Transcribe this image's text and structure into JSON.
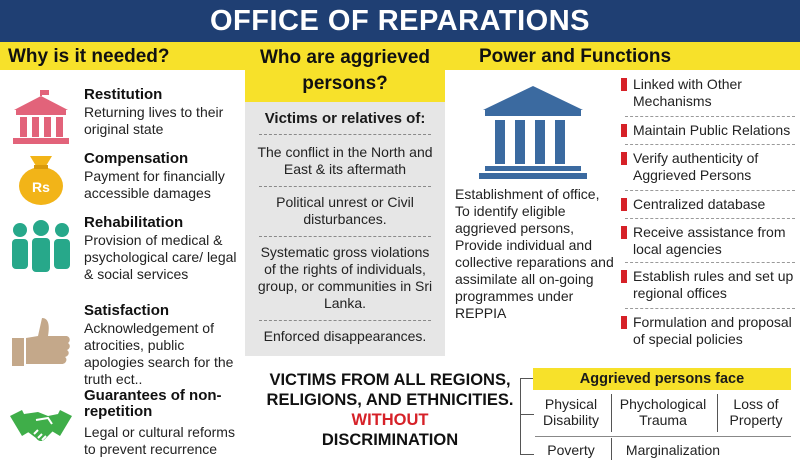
{
  "header": {
    "title": "OFFICE OF REPARATIONS"
  },
  "why": {
    "heading": "Why is it needed?",
    "items": [
      {
        "icon": "bank-icon",
        "title": "Restitution",
        "desc": "Returning lives to their original state"
      },
      {
        "icon": "money-bag-icon",
        "title": "Compensation",
        "desc": "Payment for financially accessible damages",
        "icon_text": "Rs"
      },
      {
        "icon": "people-group-icon",
        "title": "Rehabilitation",
        "desc": "Provision of medical & psychological care/ legal & social services"
      },
      {
        "icon": "thumbs-up-icon",
        "title": "Satisfaction",
        "desc": "Acknowledgement of atrocities, public apologies search for the truth ect.."
      },
      {
        "icon": "handshake-icon",
        "title": "Guarantees of non-repetition",
        "desc": "Legal or cultural reforms to prevent recurrence"
      }
    ]
  },
  "who": {
    "heading": "Who are aggrieved persons?",
    "subheading": "Victims or relatives of:",
    "items": [
      "The conflict in the North and East & its aftermath",
      "Political unrest or Civil disturbances.",
      "Systematic gross violations of the rights of individuals, group, or communities in Sri Lanka.",
      "Enforced disappearances."
    ]
  },
  "power": {
    "heading": "Power and Functions",
    "description": "Establishment of office, To identify eligible aggrieved persons, Provide individual and collective reparations and assimilate all on-going programmes under REPPIA",
    "functions": [
      "Linked with Other Mechanisms",
      "Maintain Public Relations",
      "Verify authenticity of Aggrieved Persons",
      "Centralized database",
      "Receive assistance from local agencies",
      "Establish rules and set up regional offices",
      "Formulation and proposal of special policies"
    ]
  },
  "bottom": {
    "line1": "VICTIMS FROM ALL REGIONS,",
    "line2": "RELIGIONS, AND ETHNICITIES.",
    "line3": "WITHOUT",
    "line4": "DISCRIMINATION"
  },
  "faces": {
    "heading": "Aggrieved persons face",
    "items": [
      "Physical Disability",
      "Phychological Trauma",
      "Loss of Property",
      "Poverty",
      "Marginalization"
    ]
  },
  "colors": {
    "navy": "#1f3f73",
    "yellow": "#f7e12a",
    "red": "#d62128",
    "steel_blue": "#3b6aa0",
    "green": "#27a88a",
    "pink": "#e2637a",
    "gold": "#f2b418",
    "tan": "#c4a88a"
  }
}
